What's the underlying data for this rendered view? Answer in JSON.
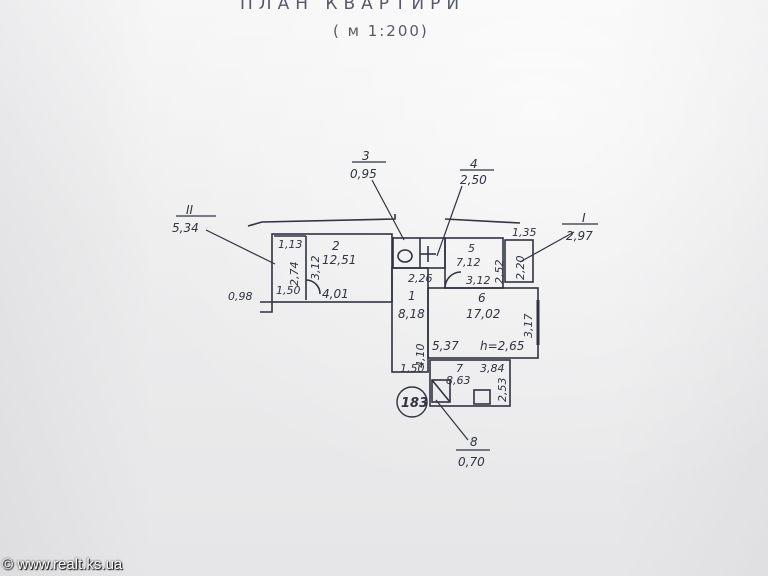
{
  "header": {
    "title": "ПЛАН КВАРТИРИ",
    "scale": "( м 1:200)"
  },
  "plan": {
    "callouts": [
      {
        "num": "3",
        "val": "0,95"
      },
      {
        "num": "4",
        "val": "2,50"
      },
      {
        "num": "II",
        "val": "5,34"
      },
      {
        "num": "I",
        "val": "2,97"
      },
      {
        "num": "8",
        "val": "0,70"
      }
    ],
    "rooms": [
      {
        "num": "2",
        "area": "12,51"
      },
      {
        "num": "5",
        "area": "7,12"
      },
      {
        "num": "1",
        "area": "8,18"
      },
      {
        "num": "6",
        "area": "17,02"
      },
      {
        "num": "7",
        "area": "8,63"
      }
    ],
    "dims": {
      "d113": "1,13",
      "d274": "2,74",
      "d312a": "3,12",
      "d150a": "1,50",
      "d098": "0,98",
      "d401": "4,01",
      "d226": "2,26",
      "d135": "1,35",
      "d252": "2,52",
      "d220": "2,20",
      "d312b": "3,12",
      "d317": "3,17",
      "d537": "5,37",
      "height": "h=2,65",
      "d410": "4,10",
      "d150b": "1,50",
      "d384": "3,84",
      "d253": "2,53"
    },
    "stamp": "183"
  },
  "footer": {
    "watermark": "© www.realt.ks.ua"
  }
}
